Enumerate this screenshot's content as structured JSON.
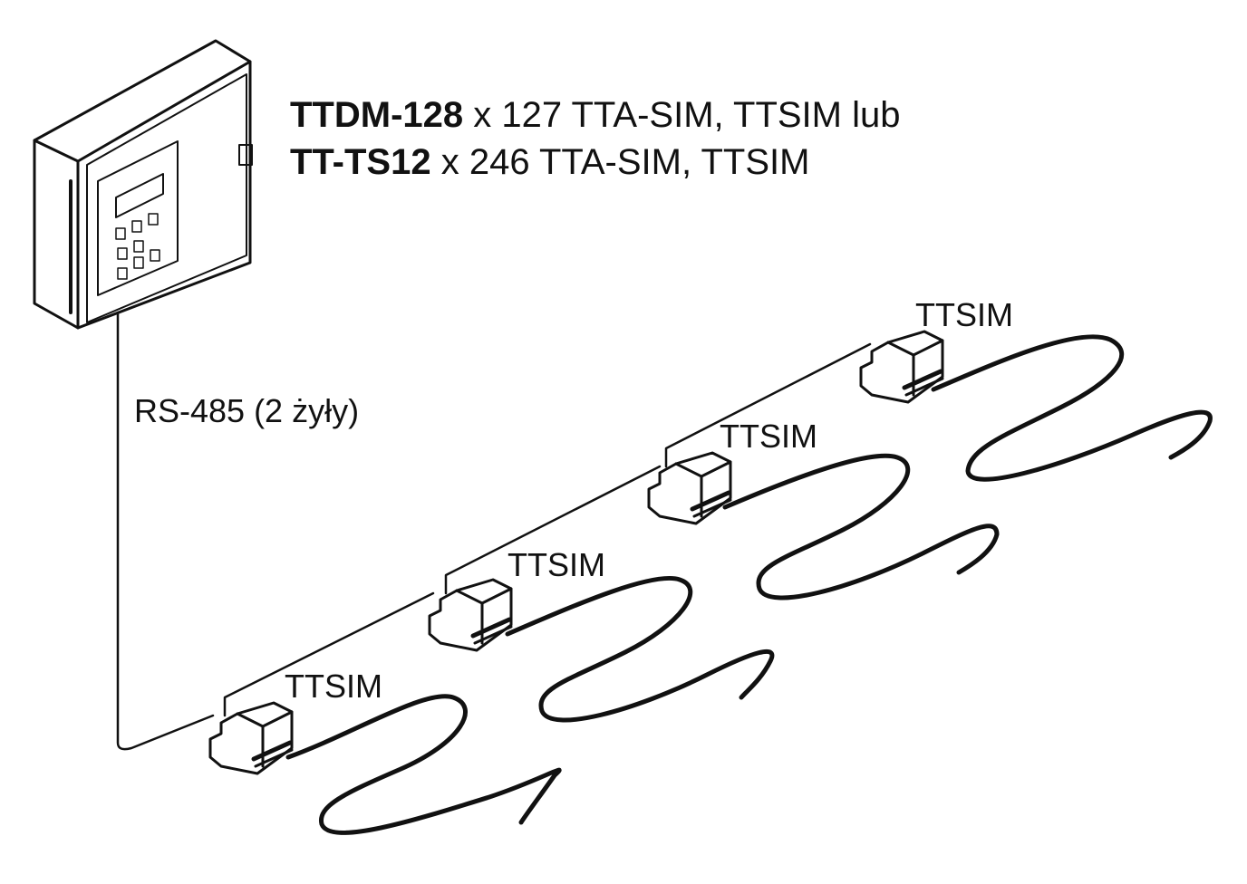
{
  "header": {
    "line1_bold": "TTDM-128",
    "line1_rest": " x 127 TTA-SIM, TTSIM lub",
    "line2_bold": "TT-TS12",
    "line2_rest": " x 246 TTA-SIM, TTSIM"
  },
  "bus_label": "RS-485 (2 żyły)",
  "modules": [
    {
      "label": "TTSIM"
    },
    {
      "label": "TTSIM"
    },
    {
      "label": "TTSIM"
    },
    {
      "label": "TTSIM"
    }
  ],
  "colors": {
    "line": "#111111",
    "background": "#ffffff"
  }
}
